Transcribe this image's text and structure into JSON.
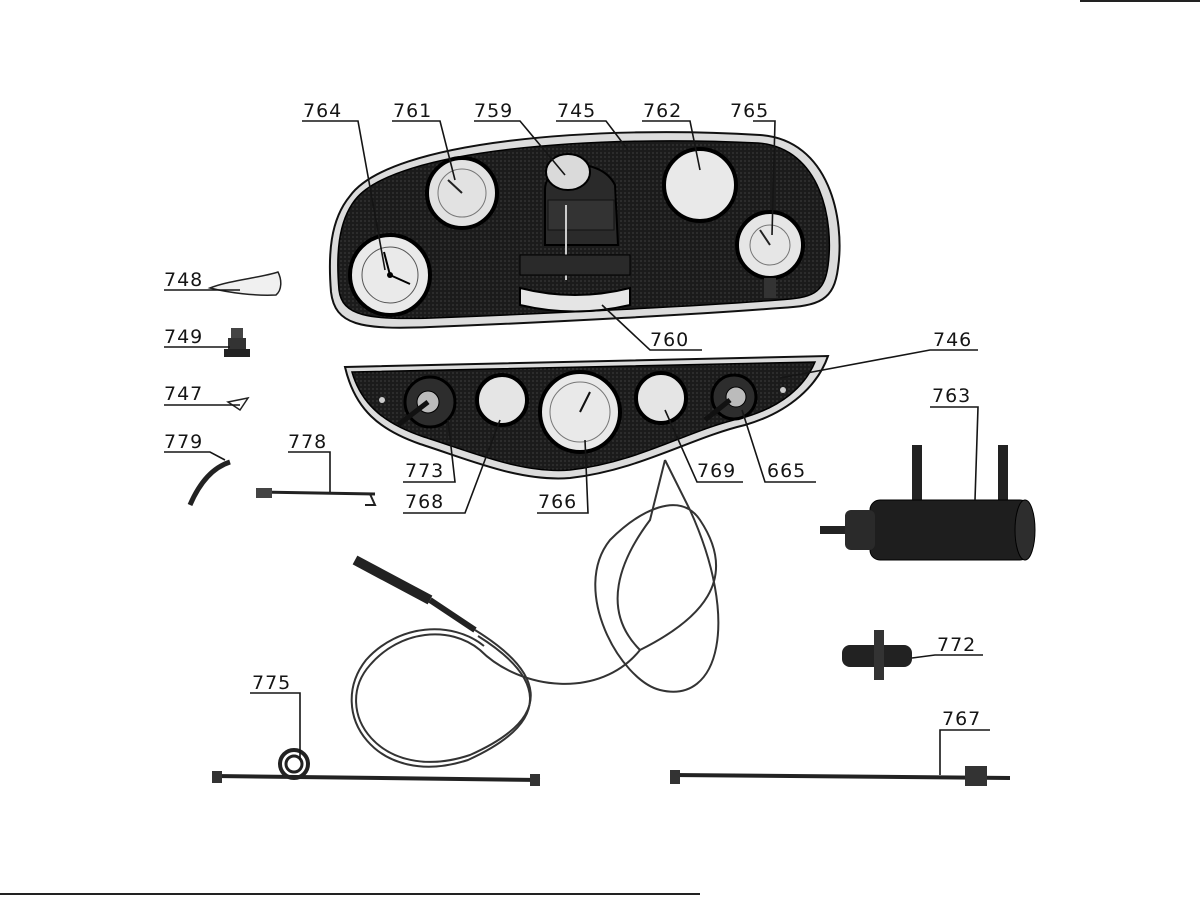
{
  "figure": {
    "part_labels": {
      "p764": "764",
      "p761": "761",
      "p759": "759",
      "p745": "745",
      "p762": "762",
      "p765": "765",
      "p760": "760",
      "p746": "746",
      "p748": "748",
      "p749": "749",
      "p747": "747",
      "p779": "779",
      "p778": "778",
      "p773": "773",
      "p768": "768",
      "p766": "766",
      "p769": "769",
      "p665": "665",
      "p763": "763",
      "p772": "772",
      "p775": "775",
      "p767": "767"
    },
    "colors": {
      "ink": "#151515",
      "panel": "#1b1b1b",
      "dial": "#e8e8e8",
      "paper": "#ffffff"
    }
  }
}
